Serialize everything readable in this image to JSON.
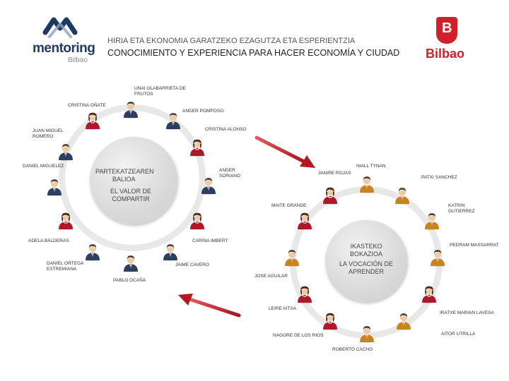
{
  "header": {
    "title_eu": "HIRIA ETA EKONOMIA GARATZEKO EZAGUTZA ETA ESPERIENTZIA",
    "title_es": "CONOCIMIENTO Y EXPERIENCIA PARA HACER ECONOMÍA Y CIUDAD",
    "mentoring_logo_text": "mentoring",
    "mentoring_logo_sub": "Bilbao",
    "bilbao_logo_letter": "B",
    "bilbao_logo_text": "Bilbao"
  },
  "left_circle": {
    "hub_line1": "PARTEKATZEAREN",
    "hub_line2": "BALIOA",
    "hub_line3": "EL VALOR DE",
    "hub_line4": "COMPARTIR",
    "names": {
      "unai": "UNAI OLABARRIETA DE FRUTOS",
      "cristina_onate": "CRISTINA OÑATE",
      "ander_pomposo": "ANDER POMPOSO",
      "juan_miguel": "JUAN MIGUEL ROMERO",
      "cristina_alonso": "CRISTINA ALONSO",
      "daniel_miguelez": "DANIEL MIGUELEZ",
      "ander_soriano": "ANDER SORIANO",
      "adela": "ADELA BALDERAS",
      "carina": "CARINA IMBERT",
      "daniel_ortega": "DANIEL ORTEGA EXTREMIANA",
      "jaime": "JAIME CAVERO",
      "pablo": "PABLO OCAÑA"
    }
  },
  "right_circle": {
    "hub_line1": "IKASTEKO",
    "hub_line2": "BOKAZIOA",
    "hub_line3": "LA VOCACIÓN DE",
    "hub_line4": "APRENDER",
    "names": {
      "niall": "NIALL TYNAN",
      "janire": "JANIRE ROJAS",
      "patxi": "PATXI SANCHEZ",
      "maite": "MAITE GRANDE",
      "katrin": "KATRIN GUTIERREZ",
      "pedram": "PEDRAM MASSARRAT",
      "jose": "JOSE AGUILAR",
      "leire": "LEIRE AITXA",
      "iratxe": "IRATXE MARIAN LAVESA",
      "aitor": "AITOR UTRILLA",
      "nagore": "NAGORE DE LOS RIOS",
      "roberto": "ROBERTO CACHO"
    }
  },
  "colors": {
    "brand_navy": "#1f3b63",
    "bilbao_red": "#d0202a",
    "arrow_red": "#c0232b",
    "ring_gray": "#e8e8e8",
    "woman_red": "#b0182a",
    "man_orange": "#c9851c",
    "man_navy": "#2d3f5e"
  }
}
